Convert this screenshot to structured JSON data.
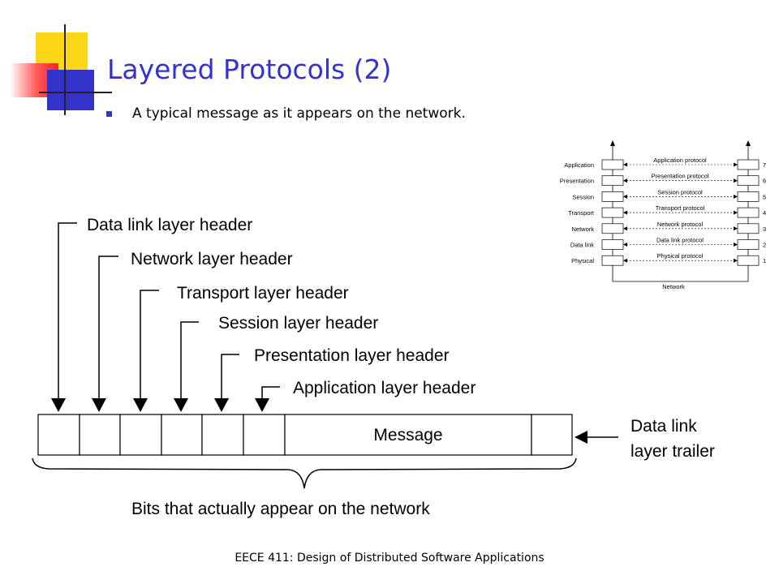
{
  "slide": {
    "title": "Layered Protocols (2)",
    "bullet": "A typical message as it appears on the network.",
    "footer": "EECE 411: Design of Distributed Software Applications"
  },
  "colors": {
    "accent": "#3333cc",
    "deco_yellow": "#fcd617",
    "deco_red": "#ff2222"
  },
  "diagram": {
    "headers": [
      "Data link layer header",
      "Network layer header",
      "Transport layer header",
      "Session layer header",
      "Presentation layer header",
      "Application layer header"
    ],
    "message_label": "Message",
    "trailer_label_line1": "Data link",
    "trailer_label_line2": "layer trailer",
    "bits_label": "Bits that actually appear on the network"
  },
  "osi_model": {
    "layers_left": [
      "Application",
      "Presentation",
      "Session",
      "Transport",
      "Network",
      "Data link",
      "Physical"
    ],
    "protocols": [
      "Application protocol",
      "Presentation protocol",
      "Session protocol",
      "Transport protocol",
      "Network protocol",
      "Data link protocol",
      "Physical protocol"
    ],
    "numbers": [
      "7",
      "6",
      "5",
      "4",
      "3",
      "2",
      "1"
    ],
    "network_label": "Network"
  }
}
